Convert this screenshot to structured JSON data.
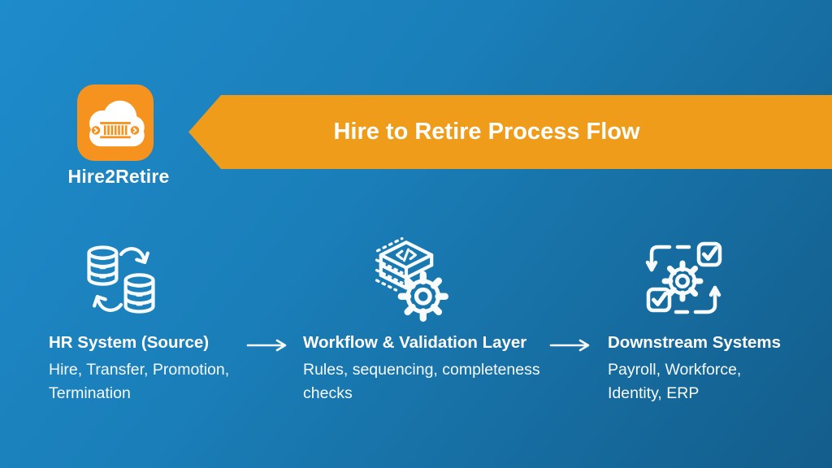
{
  "colors": {
    "bg_top_left": "#1E8BCB",
    "bg_bottom_right": "#135D8B",
    "banner_orange": "#F09C1B",
    "logo_orange": "#F6921E",
    "text": "#FFFFFF"
  },
  "logo": {
    "name": "Hire2Retire",
    "icon": "cloud-barcode-icon"
  },
  "banner": {
    "title": "Hire to Retire Process Flow"
  },
  "flow": {
    "connector": "right-arrow-icon",
    "steps": [
      {
        "icon": "database-sync-icon",
        "title": "HR System (Source)",
        "description": "Hire, Transfer, Promotion, Termination"
      },
      {
        "icon": "layers-code-gear-icon",
        "title": "Workflow & Validation Layer",
        "description": "Rules, sequencing, completeness checks"
      },
      {
        "icon": "gear-checkboxes-cycle-icon",
        "title": "Downstream Systems",
        "description": "Payroll, Workforce, Identity, ERP"
      }
    ]
  }
}
